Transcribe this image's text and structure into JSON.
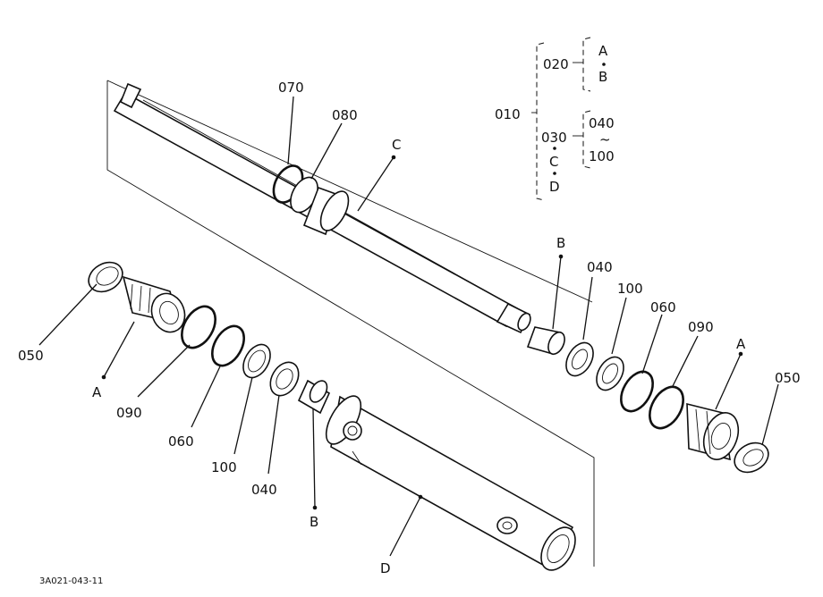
{
  "drawing_code": "3A021-043-11",
  "tree": {
    "root": "010",
    "n020": "020",
    "n030": "030",
    "a": "A",
    "b": "B",
    "n040": "040",
    "n100": "100",
    "c": "C",
    "d": "D",
    "tilde": "~"
  },
  "callouts": {
    "p070": "070",
    "p080": "080",
    "c_rod": "C",
    "b_right": "B",
    "p040_right": "040",
    "p100_right": "100",
    "p060_right": "060",
    "p090_right": "090",
    "a_right": "A",
    "p050_right": "050",
    "p050_left": "050",
    "a_left": "A",
    "p090_left": "090",
    "p060_left": "060",
    "p100_left": "100",
    "p040_left": "040",
    "b_left": "B",
    "d_tube": "D"
  }
}
